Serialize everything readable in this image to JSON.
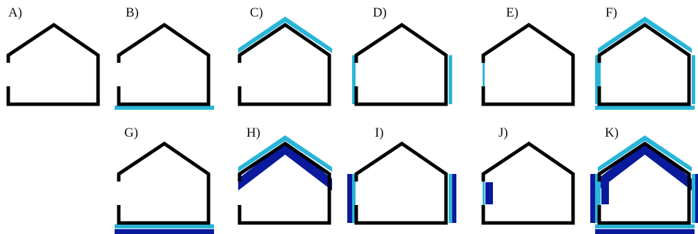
{
  "colors": {
    "outline": "#000000",
    "light_layer": "#29b6d8",
    "dark_layer": "#0a1a9c"
  },
  "panels": [
    {
      "label": "A)",
      "light": [],
      "dark": []
    },
    {
      "label": "B)",
      "light": [
        "floor"
      ],
      "dark": []
    },
    {
      "label": "C)",
      "light": [
        "roof"
      ],
      "dark": []
    },
    {
      "label": "D)",
      "light": [
        "walls"
      ],
      "dark": []
    },
    {
      "label": "E)",
      "light": [
        "window"
      ],
      "dark": []
    },
    {
      "label": "F)",
      "light": [
        "floor",
        "roof",
        "walls",
        "window"
      ],
      "dark": []
    },
    {
      "label": "G)",
      "light": [
        "floor"
      ],
      "dark": [
        "floor"
      ]
    },
    {
      "label": "H)",
      "light": [
        "roof"
      ],
      "dark": [
        "roof"
      ]
    },
    {
      "label": "I)",
      "light": [
        "walls"
      ],
      "dark": [
        "walls"
      ]
    },
    {
      "label": "J)",
      "light": [
        "window"
      ],
      "dark": [
        "window"
      ]
    },
    {
      "label": "K)",
      "light": [
        "floor",
        "roof",
        "walls",
        "window"
      ],
      "dark": [
        "floor",
        "roof",
        "walls",
        "window"
      ]
    }
  ]
}
